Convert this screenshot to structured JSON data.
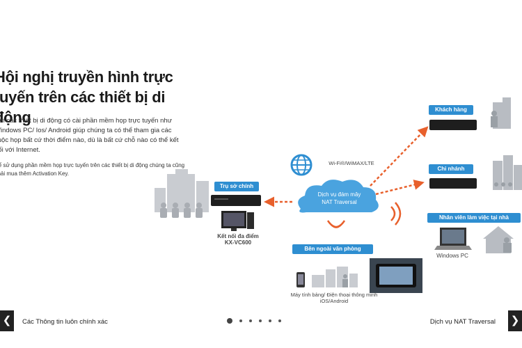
{
  "slide": {
    "title": "Hội nghị truyền hình trực tuyến trên các thiết bị di động",
    "description": "Với các thiết bị di động có cài phần mềm họp trực tuyến như Windows PC/ Ios/ Android giúp chúng ta có thể tham gia các cuộc họp bất cứ thời điểm nào, dù là bất cứ chỗ nào có thể kết nối với Internet.",
    "note": "Để sử dụng phần mềm họp trực tuyến trên các thiết bị di động chúng ta cũng phải mua thêm Activation Key."
  },
  "diagram": {
    "headquarters_label": "Trụ sở chính",
    "device_caption": "Kết nối đa điểm\nKX-VC600",
    "wifi_label": "Wi-Fi®/WiMAX/LTE",
    "cloud_label": "Dịch vụ đám mây\nNAT Traversal",
    "customer_label": "Khách hàng",
    "branch_label": "Chi nhánh",
    "home_worker_label": "Nhân viên làm việc tại nhà",
    "windows_pc_label": "Windows PC",
    "outside_label": "Bên ngoài văn phòng",
    "mobile_label": "Máy tính bảng/ Điện thoại thông minh\niOS/Android"
  },
  "navigation": {
    "prev_label": "Các Thông tin luôn chính xác",
    "next_label": "Dịch vụ NAT Traversal",
    "prev_icon": "chevron-left-icon",
    "next_icon": "chevron-right-icon",
    "total_slides": 6,
    "active_slide": 1
  },
  "colors": {
    "accent_blue": "#2e8ed1",
    "arrow_orange": "#e8602c",
    "cloud_blue": "#4aa3df"
  }
}
